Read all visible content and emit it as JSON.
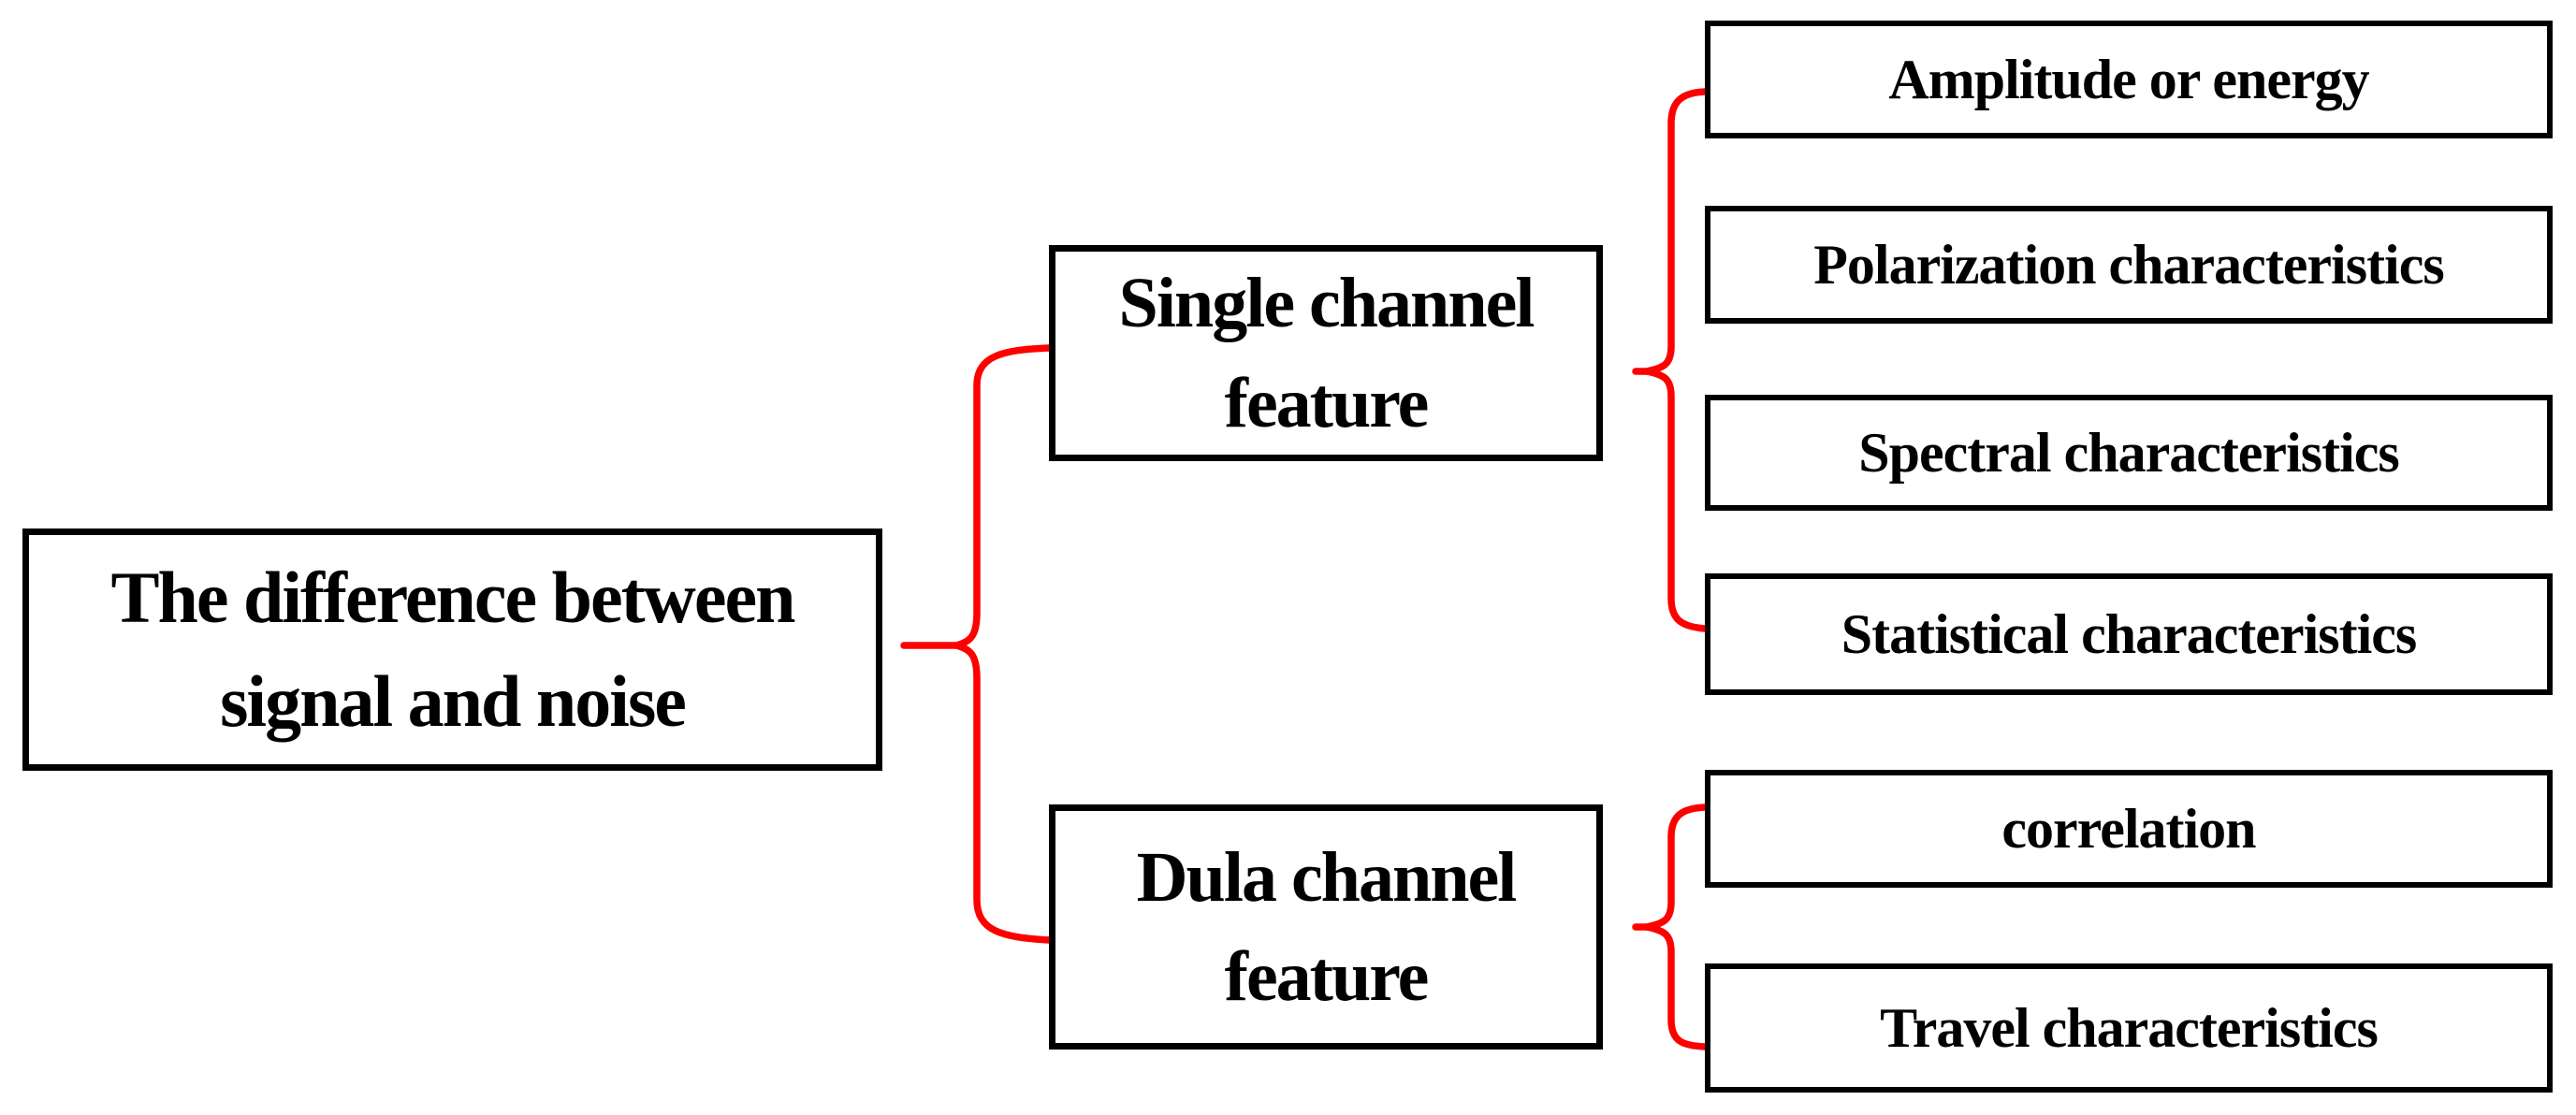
{
  "colors": {
    "connector_red": "#ff0000",
    "box_border": "#000000",
    "text": "#000000",
    "background": "#ffffff"
  },
  "tree": {
    "root": {
      "label": "The difference between signal and noise"
    },
    "branches": [
      {
        "label": "Single channel feature",
        "children": [
          {
            "label": "Amplitude or energy"
          },
          {
            "label": "Polarization characteristics"
          },
          {
            "label": "Spectral characteristics"
          },
          {
            "label": "Statistical characteristics"
          }
        ]
      },
      {
        "label": "Dula channel feature",
        "children": [
          {
            "label": "correlation"
          },
          {
            "label": "Travel characteristics"
          }
        ]
      }
    ]
  }
}
